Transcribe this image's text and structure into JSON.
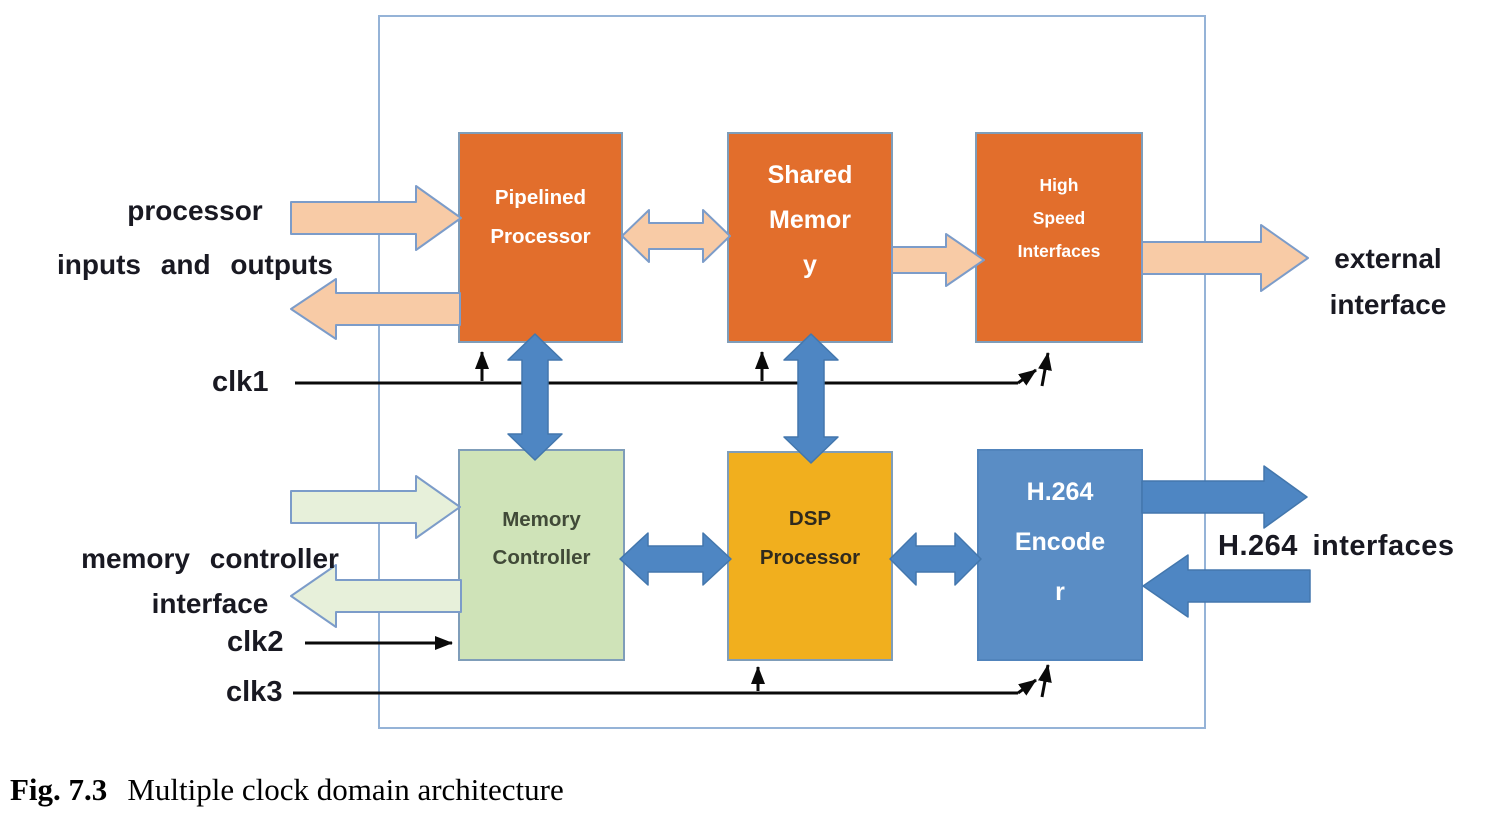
{
  "figure": {
    "caption_prefix": "Fig. 7.3",
    "caption_text": "Multiple clock domain architecture"
  },
  "blocks": {
    "pipelined_processor": {
      "line1": "Pipelined",
      "line2": "Processor"
    },
    "shared_memory": {
      "line1": "Shared",
      "line2": "Memor",
      "line3": "y"
    },
    "high_speed_interfaces": {
      "line1": "High",
      "line2": "Speed",
      "line3": "Interfaces"
    },
    "memory_controller": {
      "line1": "Memory",
      "line2": "Controller"
    },
    "dsp_processor": {
      "line1": "DSP",
      "line2": "Processor"
    },
    "h264_encoder": {
      "line1": "H.264",
      "line2": "Encode",
      "line3": "r"
    }
  },
  "labels": {
    "processor_io_line1": "processor",
    "processor_io_line2": "inputs and outputs",
    "clk1": "clk1",
    "clk2": "clk2",
    "clk3": "clk3",
    "external_interface_line1": "external",
    "external_interface_line2": "interface",
    "memory_controller_interface_line1": "memory controller",
    "memory_controller_interface_line2": "interface",
    "h264_interfaces": "H.264 interfaces"
  },
  "colors": {
    "orange_block": "#E26E2C",
    "yellow_block": "#F1AF1E",
    "green_block": "#CFE3B8",
    "blue_block": "#5A8DC5",
    "peach_arrow": "#F8CBA6",
    "green_arrow": "#E7F0DA",
    "blue_arrow": "#4E86C3",
    "blue_arrow_border": "#4377AD",
    "arrow_border": "#7C9CC9",
    "frame_border": "#95B3D7",
    "box_border": "#7F9DB9",
    "h264_box_border": "#5184BC",
    "clk_line": "#0A0A0A",
    "label_text": "#191922",
    "caption_text": "#000000",
    "mc_text": "#414A38",
    "dsp_text": "#2F2A1E",
    "box_text_white": "#FFFFFF"
  }
}
